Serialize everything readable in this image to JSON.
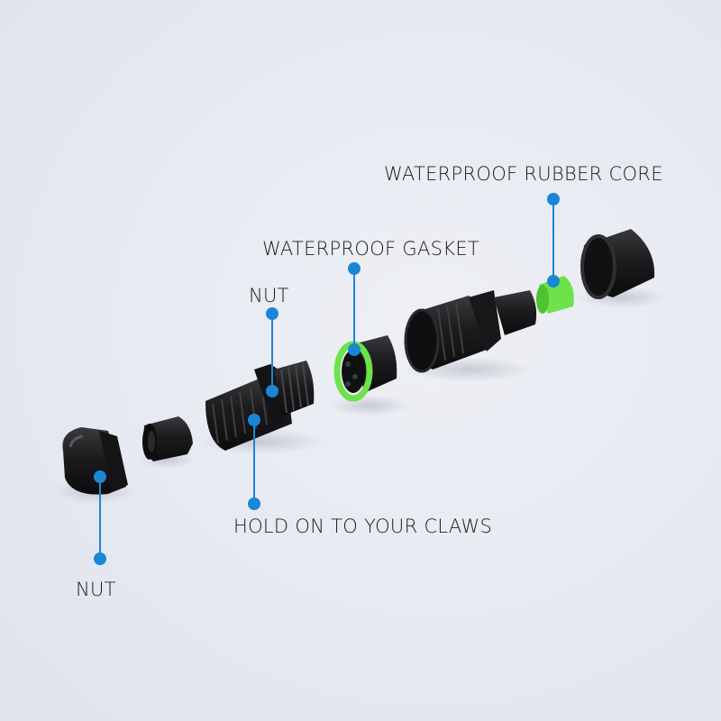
{
  "diagram": {
    "type": "exploded-product-view",
    "subject": "waterproof cable connector",
    "accent_color": "#1a86d6",
    "part_colors": {
      "plastic": "#1c1c1e",
      "seal": "#6ee24a"
    },
    "labels": [
      {
        "id": "rubber-core",
        "text": "WATERPROOF RUBBER CORE"
      },
      {
        "id": "gasket",
        "text": "WATERPROOF GASKET"
      },
      {
        "id": "nut-top",
        "text": "NUT"
      },
      {
        "id": "claws",
        "text": "HOLD ON TO YOUR CLAWS"
      },
      {
        "id": "nut-bottom",
        "text": "NUT"
      }
    ]
  }
}
